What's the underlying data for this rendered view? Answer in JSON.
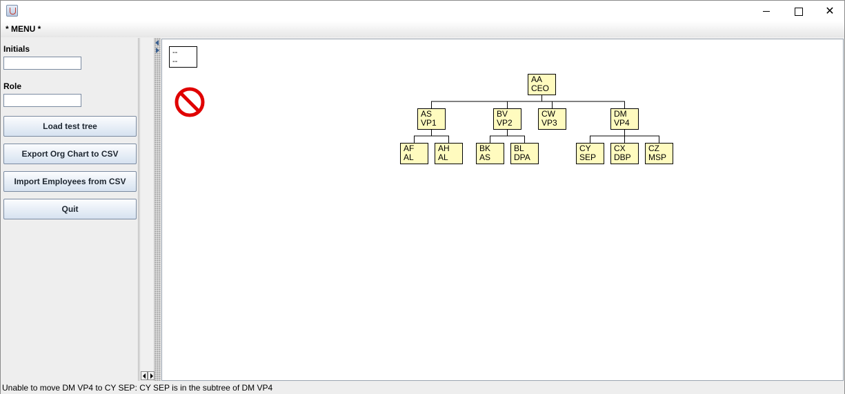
{
  "menu": {
    "label": "* MENU *"
  },
  "left_panel": {
    "initials_label": "Initials",
    "initials_value": "",
    "role_label": "Role",
    "role_value": "",
    "buttons": {
      "load": "Load test tree",
      "export": "Export Org Chart to CSV",
      "import": "Import Employees from CSV",
      "quit": "Quit"
    }
  },
  "legend": {
    "line1": "--",
    "line2": "--"
  },
  "icons": {
    "app": "java-icon",
    "status": "no-entry-icon"
  },
  "colors": {
    "node_fill": "#fffbbf",
    "no_icon": "#e00000"
  },
  "org_chart": {
    "nodes": [
      {
        "id": "AA",
        "initials": "AA",
        "role": "CEO"
      },
      {
        "id": "AS",
        "initials": "AS",
        "role": "VP1"
      },
      {
        "id": "BV",
        "initials": "BV",
        "role": "VP2"
      },
      {
        "id": "CW",
        "initials": "CW",
        "role": "VP3"
      },
      {
        "id": "DM",
        "initials": "DM",
        "role": "VP4"
      },
      {
        "id": "AF",
        "initials": "AF",
        "role": "AL"
      },
      {
        "id": "AH",
        "initials": "AH",
        "role": "AL"
      },
      {
        "id": "BK",
        "initials": "BK",
        "role": "AS"
      },
      {
        "id": "BL",
        "initials": "BL",
        "role": "DPA"
      },
      {
        "id": "CY",
        "initials": "CY",
        "role": "SEP"
      },
      {
        "id": "CX",
        "initials": "CX",
        "role": "DBP"
      },
      {
        "id": "CZ",
        "initials": "CZ",
        "role": "MSP"
      }
    ],
    "edges": [
      [
        "AA",
        "AS"
      ],
      [
        "AA",
        "BV"
      ],
      [
        "AA",
        "CW"
      ],
      [
        "AA",
        "DM"
      ],
      [
        "AS",
        "AF"
      ],
      [
        "AS",
        "AH"
      ],
      [
        "BV",
        "BK"
      ],
      [
        "BV",
        "BL"
      ],
      [
        "DM",
        "CY"
      ],
      [
        "DM",
        "CX"
      ],
      [
        "DM",
        "CZ"
      ]
    ]
  },
  "status": {
    "message": "Unable to move DM  VP4 to CY  SEP: CY  SEP is in the subtree of DM  VP4"
  }
}
